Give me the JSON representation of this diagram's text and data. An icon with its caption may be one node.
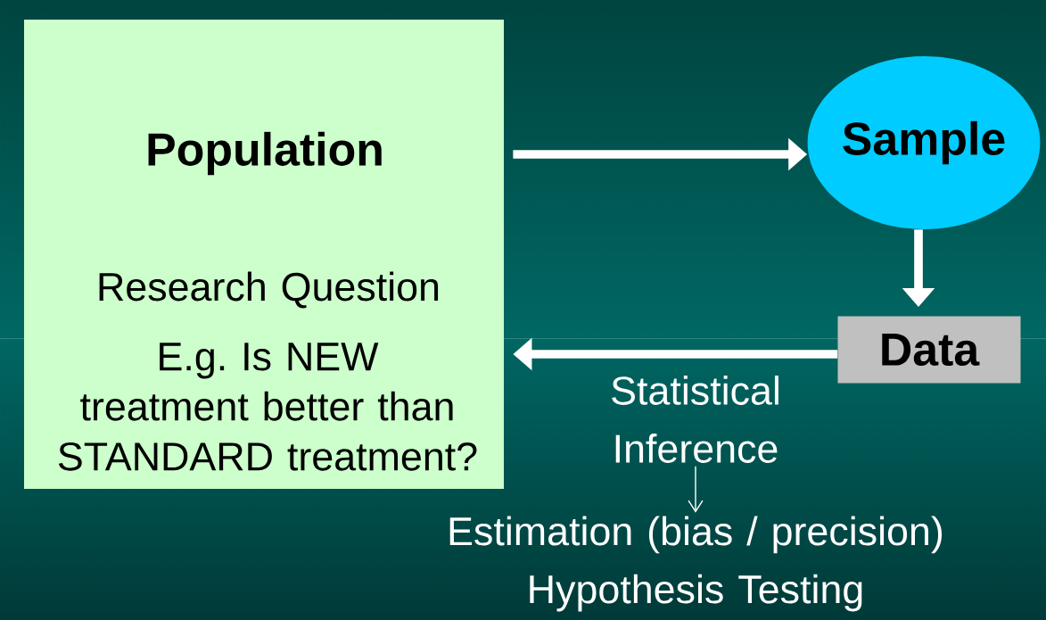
{
  "diagram": {
    "nodes": [
      {
        "text": [
          "Population",
          "Research Question",
          "E.g. Is NEW treatment better than STANDARD treatment?"
        ]
      },
      {
        "text": [
          "Sample"
        ]
      },
      {
        "text": [
          "Data"
        ]
      },
      {
        "text": [
          "Statistical Inference"
        ]
      },
      {
        "text": [
          "Estimation (bias / precision) Hypothesis Testing"
        ]
      }
    ],
    "edges": [
      {
        "from": 0,
        "to": 1,
        "arrow": "to"
      },
      {
        "from": 1,
        "to": 2,
        "arrow": "to"
      },
      {
        "from": 2,
        "to": 0,
        "arrow": "to"
      },
      {
        "from": 3,
        "to": 4,
        "arrow": "to"
      }
    ]
  }
}
